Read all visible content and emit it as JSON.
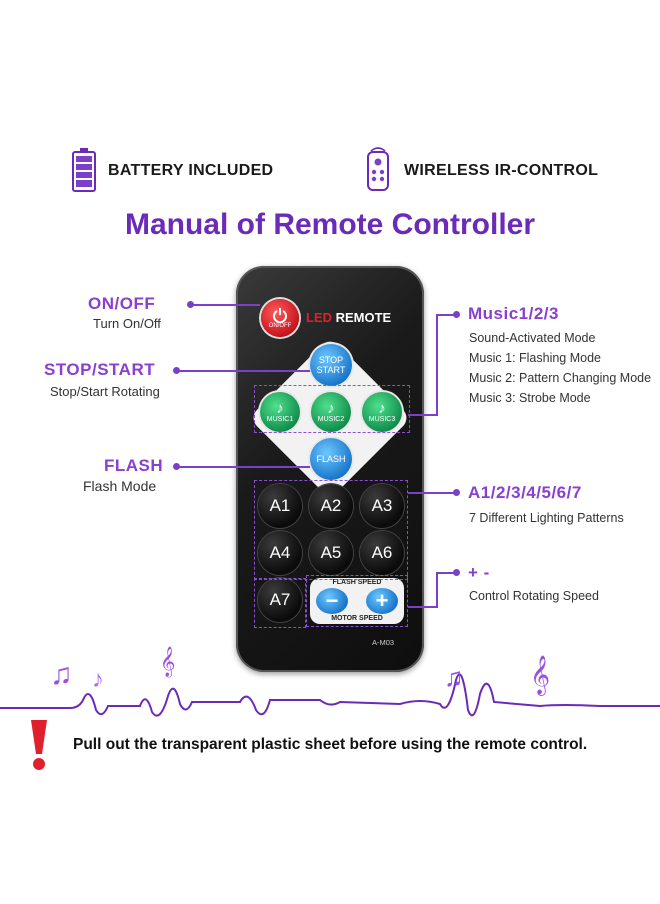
{
  "features": {
    "battery": "BATTERY INCLUDED",
    "wireless": "WIRELESS IR-CONTROL"
  },
  "title": "Manual of Remote Controller",
  "left_callouts": [
    {
      "title": "ON/OFF",
      "sub": "Turn On/Off"
    },
    {
      "title": "STOP/START",
      "sub": "Stop/Start Rotating"
    },
    {
      "title": "FLASH",
      "sub": "Flash Mode"
    }
  ],
  "right_callouts": {
    "music": {
      "title": "Music1/2/3",
      "lines": [
        "Sound-Activated Mode",
        "Music 1: Flashing Mode",
        "Music 2: Pattern Changing Mode",
        "Music 3: Strobe Mode"
      ]
    },
    "patterns": {
      "title": "A1/2/3/4/5/6/7",
      "sub": "7 Different Lighting Patterns"
    },
    "speed": {
      "title": "+ -",
      "sub": "Control Rotating Speed"
    }
  },
  "remote": {
    "power_label": "ON/OFF",
    "brand_led": "LED",
    "brand_remote": " REMOTE",
    "stop_start": "STOP START",
    "music_buttons": [
      "MUSIC1",
      "MUSIC2",
      "MUSIC3"
    ],
    "flash": "FLASH",
    "a_buttons": [
      "A1",
      "A2",
      "A3",
      "A4",
      "A5",
      "A6",
      "A7"
    ],
    "flash_speed": "FLASH SPEED",
    "motor_speed": "MOTOR SPEED",
    "minus": "−",
    "plus": "+",
    "model": "A-M03"
  },
  "warning": "Pull out the transparent plastic sheet before using the remote control.",
  "colors": {
    "accent": "#7b3fc8",
    "title": "#6a2bb8",
    "warning": "#e0202a"
  },
  "icons": [
    "battery-icon",
    "remote-icon",
    "music-note-icon",
    "warning-icon",
    "power-icon"
  ]
}
